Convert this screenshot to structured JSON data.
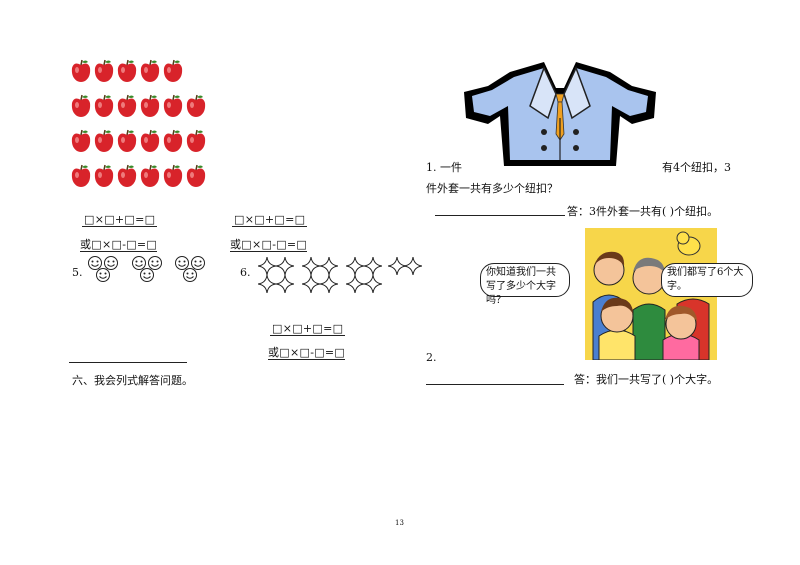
{
  "left": {
    "apple_rows": [
      5,
      6,
      6,
      6
    ],
    "eq_a1": "□×□+□=□",
    "eq_a2": "或□×□-□=□",
    "eq_b1": "□×□+□=□",
    "eq_b2": "或□×□-□=□",
    "q5_label": "5.",
    "q6_label": "6.",
    "eq_c1": "□×□+□=□",
    "eq_c2": "或□×□-□=□",
    "section_six": "六、我会列式解答问题。"
  },
  "right": {
    "q1_prefix": "1. 一件",
    "q1_suffix": "有4个纽扣，3",
    "q1_line2": "件外套一共有多少个纽扣？",
    "q1_answer": "答：3件外套一共有(    )个纽扣。",
    "bubble_left": "你知道我们一共写了多少个大字吗？",
    "bubble_right": "我们都写了6个大字。",
    "q2_label": "2.",
    "q2_answer": "答：我们一共写了(    )个大字。"
  },
  "footer": {
    "page_number": "13"
  },
  "colors": {
    "apple_red": "#d8232a",
    "jacket_blue": "#a9c4ee",
    "tie_orange": "#f0a020"
  }
}
